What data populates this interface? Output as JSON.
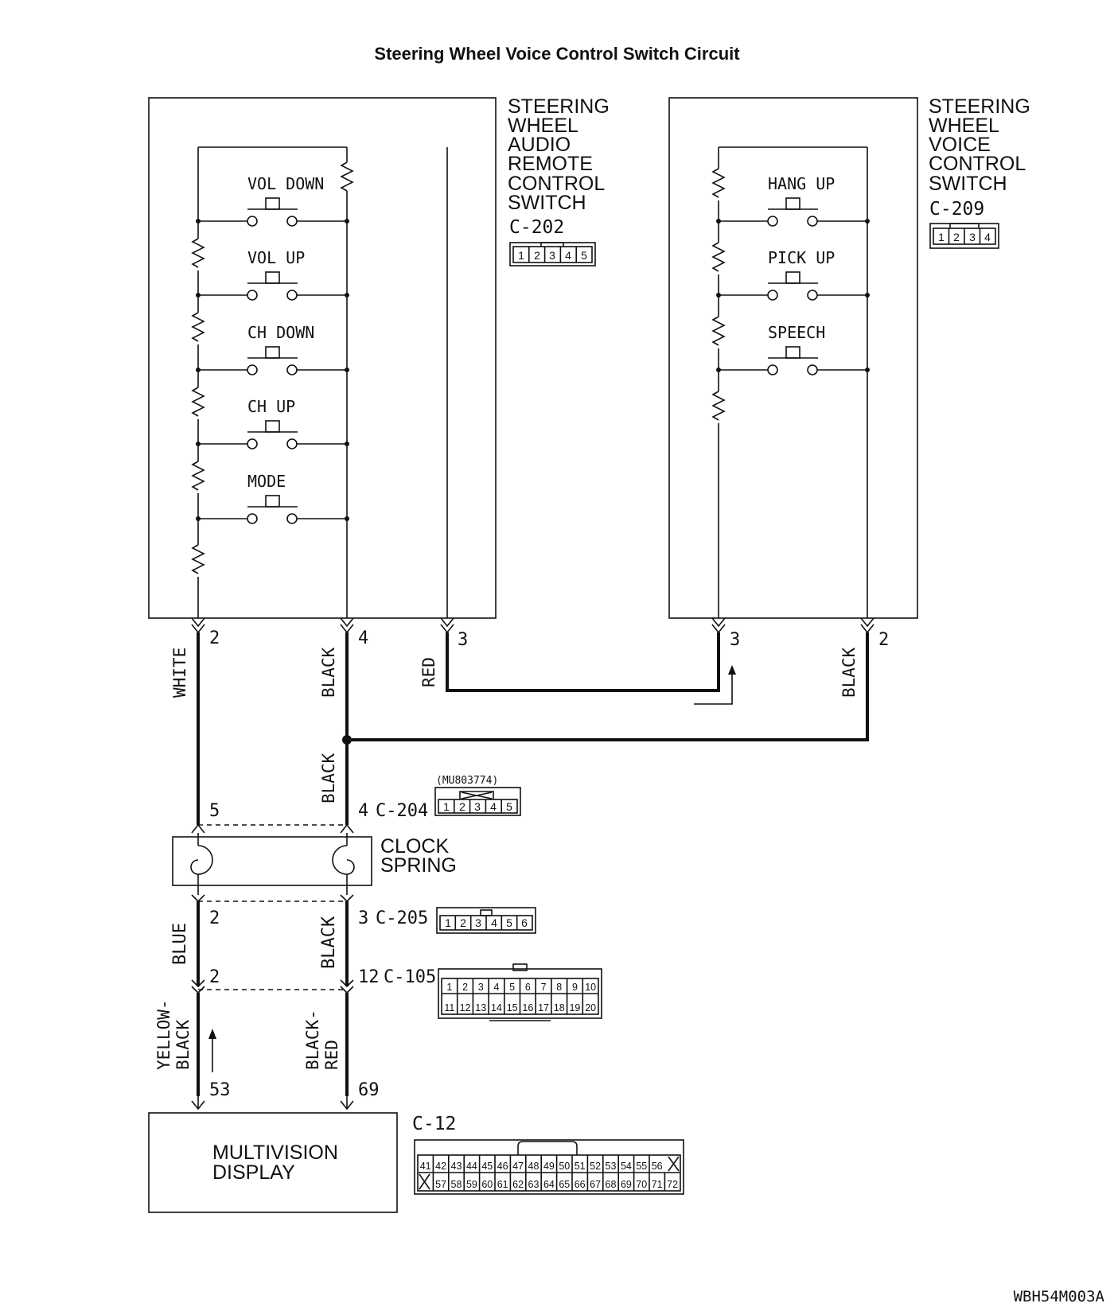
{
  "title": "Steering Wheel Voice Control Switch Circuit",
  "footer_code": "WBH54M003A",
  "audio_switch": {
    "label_lines": [
      "STEERING",
      "WHEEL",
      "AUDIO",
      "REMOTE",
      "CONTROL",
      "SWITCH"
    ],
    "connector": "C-202",
    "connector_pins": [
      "1",
      "2",
      "3",
      "4",
      "5"
    ],
    "buttons": [
      "VOL DOWN",
      "VOL UP",
      "CH DOWN",
      "CH UP",
      "MODE"
    ],
    "pins": [
      "2",
      "4",
      "3"
    ]
  },
  "voice_switch": {
    "label_lines": [
      "STEERING",
      "WHEEL",
      "VOICE",
      "CONTROL",
      "SWITCH"
    ],
    "connector": "C-209",
    "connector_pins": [
      "1",
      "2",
      "3",
      "4"
    ],
    "buttons": [
      "HANG UP",
      "PICK UP",
      "SPEECH"
    ],
    "pins": [
      "3",
      "2"
    ]
  },
  "wires": {
    "white": "WHITE",
    "black_upper": "BLACK",
    "red": "RED",
    "black_right": "BLACK",
    "black_mid": "BLACK",
    "blue": "BLUE",
    "black_lower": "BLACK",
    "yellow_black": [
      "YELLOW-",
      "BLACK"
    ],
    "black_red": [
      "BLACK-",
      "RED"
    ]
  },
  "c204": {
    "part_no": "(MU803774)",
    "left_pin": "5",
    "right_pin": "4",
    "label": "C-204",
    "pins": [
      "1",
      "2",
      "3",
      "4",
      "5"
    ]
  },
  "clock_spring": {
    "label_lines": [
      "CLOCK",
      "SPRING"
    ]
  },
  "c205": {
    "left_pin": "2",
    "right_pin": "3",
    "label": "C-205",
    "pins": [
      "1",
      "2",
      "3",
      "4",
      "5",
      "6"
    ]
  },
  "c105": {
    "left_pin": "2",
    "right_pin": "12",
    "label": "C-105",
    "pins_top": [
      "1",
      "2",
      "3",
      "4",
      "5",
      "6",
      "7",
      "8",
      "9",
      "10"
    ],
    "pins_bottom": [
      "11",
      "12",
      "13",
      "14",
      "15",
      "16",
      "17",
      "18",
      "19",
      "20"
    ]
  },
  "display": {
    "label_lines": [
      "MULTIVISION",
      "DISPLAY"
    ],
    "left_pin": "53",
    "right_pin": "69",
    "connector": "C-12",
    "pins_top": [
      "41",
      "42",
      "43",
      "44",
      "45",
      "46",
      "47",
      "48",
      "49",
      "50",
      "51",
      "52",
      "53",
      "54",
      "55",
      "56"
    ],
    "pins_bottom": [
      "57",
      "58",
      "59",
      "60",
      "61",
      "62",
      "63",
      "64",
      "65",
      "66",
      "67",
      "68",
      "69",
      "70",
      "71",
      "72"
    ]
  }
}
